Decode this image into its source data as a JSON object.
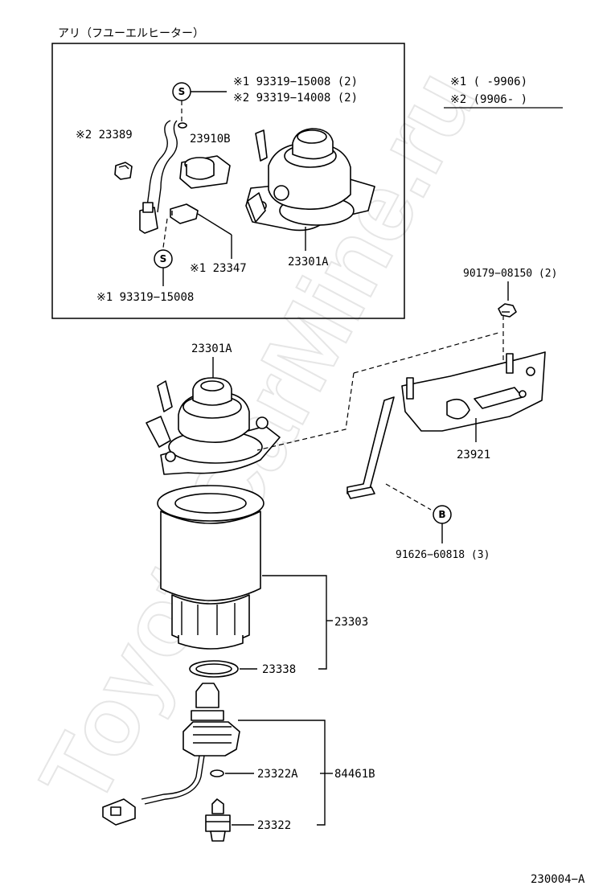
{
  "watermark": "ToyotaCarMine.ru",
  "inset": {
    "caption": "アリ（フユーエルヒーター）",
    "labels": {
      "bolt_s_top_1": "※1 93319−15008 (2)",
      "bolt_s_top_2": "※2 93319−14008 (2)",
      "clip": "※2 23389",
      "heater": "23910B",
      "connector": "※1 23347",
      "filter_head": "23301A",
      "bolt_s_bottom": "※1 93319−15008"
    },
    "symbol_s": "S"
  },
  "legend": {
    "row1": "※1  (      -9906)",
    "row2": "※2  (9906-      )"
  },
  "main": {
    "labels": {
      "filter_head": "23301A",
      "nut": "90179−08150 (2)",
      "bracket": "23921",
      "bolt_b": "91626−60818 (3)",
      "filter_element": "23303",
      "o_ring": "23338",
      "small_o_ring": "23322A",
      "sensor_assy": "84461B",
      "sensor": "23322"
    },
    "symbol_b": "B"
  },
  "figure_code": "230004−A"
}
